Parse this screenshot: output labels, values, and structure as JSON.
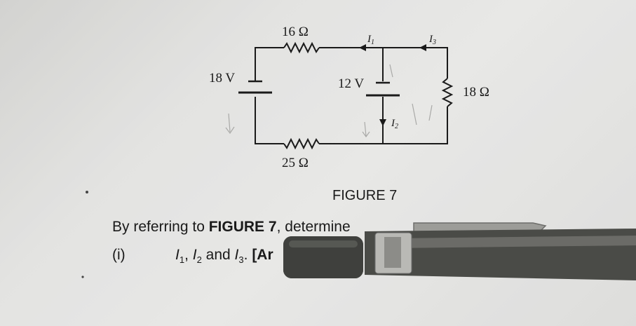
{
  "circuit": {
    "resistor_top": "16 Ω",
    "resistor_bottom": "25 Ω",
    "resistor_right": "18 Ω",
    "battery_left": "18 V",
    "battery_middle": "12 V",
    "current_1": "I",
    "current_1_sub": "1",
    "current_2": "I",
    "current_2_sub": "2",
    "current_3": "I",
    "current_3_sub": "3"
  },
  "caption": "FIGURE 7",
  "question": {
    "intro_prefix": "By referring to ",
    "intro_bold": "FIGURE 7",
    "intro_suffix": ", determine",
    "item_label": "(i)",
    "currents": [
      "I",
      "1",
      ", ",
      "I",
      "2",
      " and ",
      "I",
      "3",
      "."
    ],
    "answer_cut": "[Ar"
  }
}
